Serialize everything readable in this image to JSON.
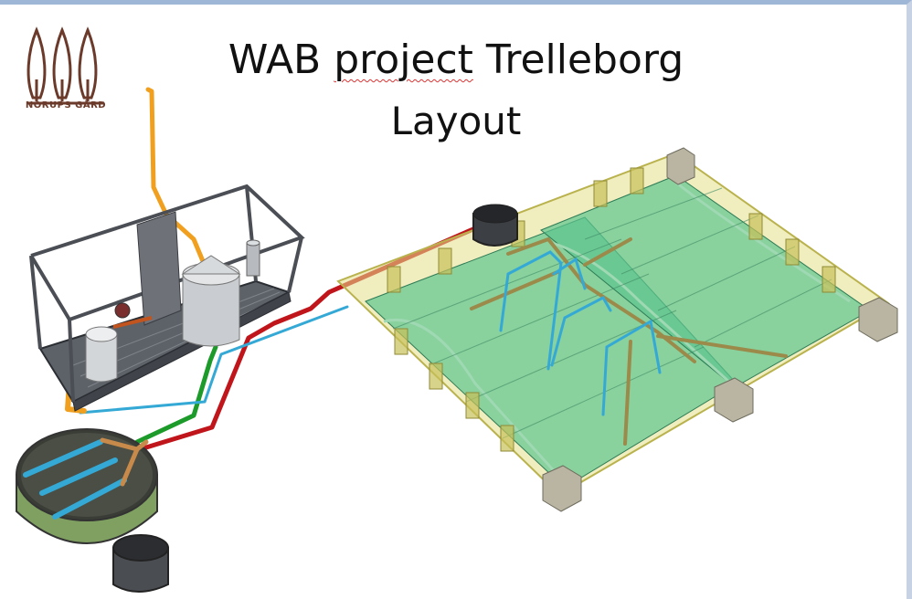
{
  "slide": {
    "title_line1_pre": "WAB ",
    "title_line1_flagged": "project",
    "title_line1_post": " Trelleborg",
    "title_line2": "Layout"
  },
  "logo": {
    "text": "NORUPS GÅRD"
  },
  "colors": {
    "frame_accent": "#9fb7d6",
    "pipe_red": "#c0151b",
    "pipe_orange": "#f0a01e",
    "pipe_green": "#1c9a2a",
    "pipe_blue": "#35a9d6",
    "basin_green": "#5cc58f",
    "basin_wall_yellow": "#d8d27a",
    "logo_brown": "#6b3a2a"
  }
}
